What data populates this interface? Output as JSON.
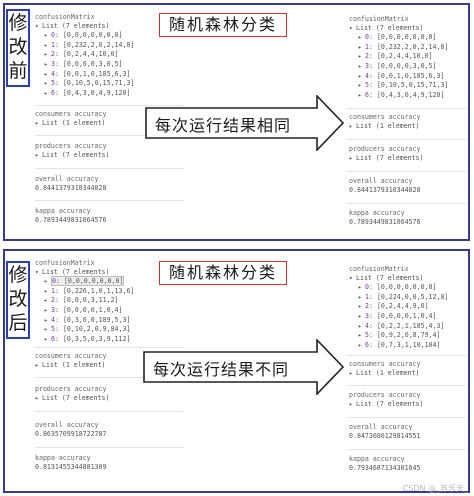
{
  "before": {
    "side_label": "修改前",
    "title": "随机森林分类",
    "arrow_text": "每次运行结果相同",
    "left": {
      "matrix_label": "confusionMatrix",
      "matrix_list": "List (7 elements)",
      "rows": [
        {
          "idx": "0:",
          "val": "[0,0,0,0,0,0,0]"
        },
        {
          "idx": "1:",
          "val": "[0,232,2,0,2,14,8]"
        },
        {
          "idx": "2:",
          "val": "[0,2,4,4,10,0]"
        },
        {
          "idx": "3:",
          "val": "[0,0,0,0,3,0,5]"
        },
        {
          "idx": "4:",
          "val": "[0,0,1,0,185,6,3]"
        },
        {
          "idx": "5:",
          "val": "[0,10,5,0,15,71,3]"
        },
        {
          "idx": "6:",
          "val": "[0,4,3,0,4,9,120]"
        }
      ],
      "consumers_label": "consumers accuracy",
      "consumers_list": "List (1 element)",
      "producers_label": "producers accuracy",
      "producers_list": "List (7 elements)",
      "overall_label": "overall accuracy",
      "overall_value": "0.8441379310344828",
      "kappa_label": "kappa accuracy",
      "kappa_value": "0.7893449831064576"
    },
    "right": {
      "matrix_label": "confusionMatrix",
      "matrix_list": "List (7 elements)",
      "rows": [
        {
          "idx": "0:",
          "val": "[0,0,0,0,0,0,0]"
        },
        {
          "idx": "1:",
          "val": "[0,232,2,0,2,14,8]"
        },
        {
          "idx": "2:",
          "val": "[0,2,4,4,10,0]"
        },
        {
          "idx": "3:",
          "val": "[0,0,0,0,3,0,5]"
        },
        {
          "idx": "4:",
          "val": "[0,0,1,0,185,6,3]"
        },
        {
          "idx": "5:",
          "val": "[0,10,5,0,15,71,3]"
        },
        {
          "idx": "6:",
          "val": "[0,4,3,0,4,9,120]"
        }
      ],
      "consumers_label": "consumers accuracy",
      "consumers_list": "List (1 element)",
      "producers_label": "producers accuracy",
      "producers_list": "List (7 elements)",
      "overall_label": "overall accuracy",
      "overall_value": "0.8441379310344828",
      "kappa_label": "kappa accuracy",
      "kappa_value": "0.7893449831064576"
    }
  },
  "after": {
    "side_label": "修改后",
    "title": "随机森林分类",
    "arrow_text": "每次运行结果不同",
    "left": {
      "matrix_label": "confusionMatrix",
      "matrix_list": "List (7 elements)",
      "rows": [
        {
          "idx": "0:",
          "val": "[0,0,0,0,0,0,0]"
        },
        {
          "idx": "1:",
          "val": "[0,226,1,0,1,13,6]"
        },
        {
          "idx": "2:",
          "val": "[0,0,0,3,11,2]"
        },
        {
          "idx": "3:",
          "val": "[0,0,0,0,1,0,4]"
        },
        {
          "idx": "4:",
          "val": "[0,3,0,0,189,5,3]"
        },
        {
          "idx": "5:",
          "val": "[0,10,2,0,9,84,3]"
        },
        {
          "idx": "6:",
          "val": "[0,3,5,0,3,9,112]"
        }
      ],
      "consumers_label": "consumers accuracy",
      "consumers_list": "List (1 element)",
      "producers_label": "producers accuracy",
      "producers_list": "List (7 elements)",
      "overall_label": "overall accuracy",
      "overall_value": "0.8635709918722787",
      "kappa_label": "kappa accuracy",
      "kappa_value": "0.8131455344881309"
    },
    "right": {
      "matrix_label": "confusionMatrix",
      "matrix_list": "List (7 elements)",
      "rows": [
        {
          "idx": "0:",
          "val": "[0,0,0,0,0,0,0]"
        },
        {
          "idx": "1:",
          "val": "[0,224,0,0,5,12,8]"
        },
        {
          "idx": "2:",
          "val": "[0,2,4,4,9,0]"
        },
        {
          "idx": "3:",
          "val": "[0,0,0,0,1,0,4]"
        },
        {
          "idx": "4:",
          "val": "[0,2,2,1,185,4,3]"
        },
        {
          "idx": "5:",
          "val": "[0,9,2,0,8,79,4]"
        },
        {
          "idx": "6:",
          "val": "[0,7,3,1,10,104]"
        }
      ],
      "consumers_label": "consumers accuracy",
      "consumers_list": "List (1 element)",
      "producers_label": "producers accuracy",
      "producers_list": "List (7 elements)",
      "overall_label": "overall accuracy",
      "overall_value": "0.8473600129814551",
      "kappa_label": "kappa accuracy",
      "kappa_value": "0.7934687134301645"
    }
  },
  "watermark": "CSDN @_苏乐天_"
}
